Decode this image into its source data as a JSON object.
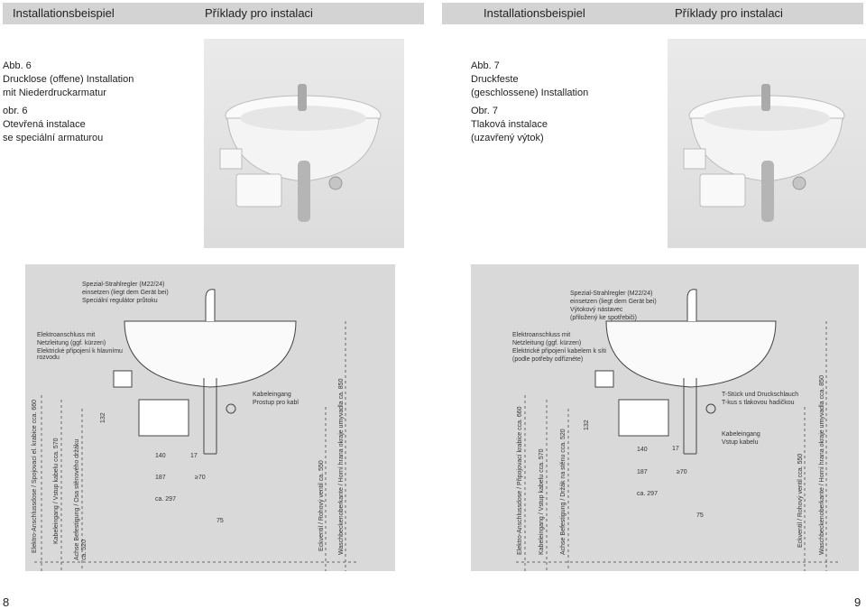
{
  "header_left": {
    "title_de": "Installationsbeispiel",
    "title_cz": "Příklady pro instalaci"
  },
  "header_right": {
    "title_de": "Installationsbeispiel",
    "title_cz": "Příklady pro instalaci"
  },
  "left": {
    "caption_de": "Abb. 6\nDrucklose (offene) Installation\nmit Niederdruckarmatur",
    "caption_cz": "obr. 6\nOtevřená instalace\nse speciální armaturou",
    "aerator_note": [
      "Spezial-Strahlregler (M22/24)",
      "einsetzen (liegt dem Gerät bei)",
      "Speciální regulátor průtoku"
    ],
    "power_note": [
      "Elektroanschluss mit",
      "Netzleitung (ggf. kürzen)",
      "Elektrické připojení k hlavnímu",
      "rozvodu"
    ],
    "cable_note": [
      "Kabeleingang",
      "Prostup pro kabl"
    ],
    "vertical_labels": [
      "Elektro-Anschlussdose / Spojovací  el. krabice  cca. 660",
      "Kabeleingang / Vstup kabelu  cca. 570",
      "Achse Befestigung / Osa stěnového držáku",
      "ca. 520",
      "Eckventil / Rohový ventil ca. 550",
      "Waschbeckenoberkante / Horní hrana okraje umyvadla ca. 850"
    ],
    "dims": {
      "d132": "132",
      "d140": "140",
      "d17": "17",
      "d187": "187",
      "d70": "≥70",
      "d297": "ca. 297",
      "d75": "75"
    }
  },
  "right": {
    "caption_de": "Abb. 7\nDruckfeste\n(geschlossene) Installation",
    "caption_cz": "Obr. 7\nTlaková instalace\n(uzavřený výtok)",
    "aerator_note": [
      "Spezial-Strahlregler (M22/24)",
      "einsetzen (liegt dem Gerät bei)",
      "Výtokový nástavec",
      "(přiložený ke spotřebiči)"
    ],
    "power_note": [
      "Elektroanschluss mit",
      "Netzleitung (ggf. kürzen)",
      "Elektrické připojení kabelem k síti",
      "(podle potřeby odříznéte)"
    ],
    "tee_note": [
      "T-Stück und Druckschlauch",
      "T-kus s tlakovou hadičkou"
    ],
    "cable_note": [
      "Kabeleingang",
      "Vstup kabelu"
    ],
    "vertical_labels": [
      "Elektro-Anschlussdose / Připojovací krabice cca. 660",
      "Kabeleingang / Vstup kabelu cca. 570",
      "Achse Befestigung / Držák na stěnu cca. 520",
      "Eckventil / Rohový ventil cca. 550",
      "Waschbeckenoberkante / Horní hrana okraje umyvadla cca. 850"
    ],
    "dims": {
      "d132": "132",
      "d140": "140",
      "d17": "17",
      "d187": "187",
      "d70": "≥70",
      "d297": "ca. 297",
      "d75": "75"
    }
  },
  "page_numbers": {
    "left": "8",
    "right": "9"
  }
}
